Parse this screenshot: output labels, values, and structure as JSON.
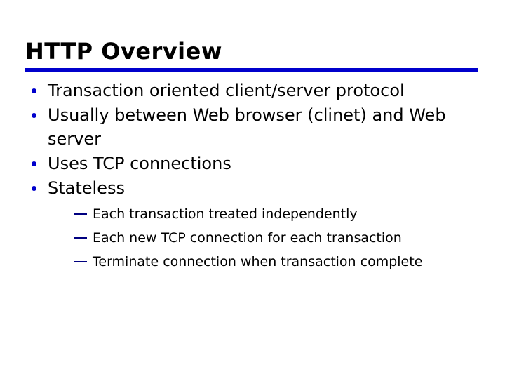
{
  "slide": {
    "title": "HTTP Overview",
    "accent_color": "#0000CC",
    "sub_marker_color": "#000080",
    "text_color": "#000000",
    "background_color": "#FFFFFF",
    "bullets": [
      {
        "text": "Transaction oriented client/server protocol"
      },
      {
        "text": "Usually between Web browser (clinet) and Web server"
      },
      {
        "text": "Uses TCP connections"
      },
      {
        "text": "Stateless"
      }
    ],
    "sub_bullets": [
      {
        "text": "Each transaction treated independently"
      },
      {
        "text": "Each new TCP connection for each transaction"
      },
      {
        "text": "Terminate connection when transaction complete"
      }
    ]
  }
}
